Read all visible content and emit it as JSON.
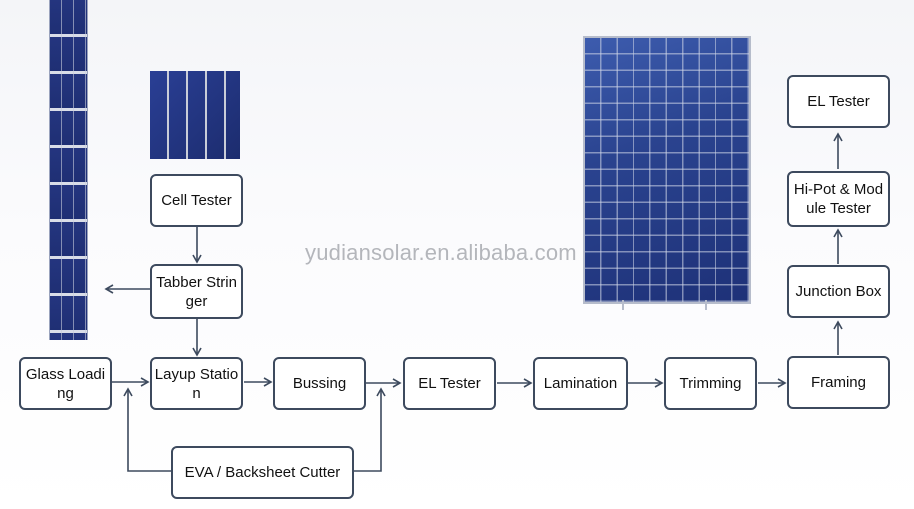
{
  "watermark": "yudiansolar.en.alibaba.com",
  "colors": {
    "box_border": "#3d4a5e",
    "arrow": "#3d4a5e",
    "cell_blue": "#24357f"
  },
  "images": {
    "cell_strip": "solar-cell-string-image",
    "single_cell": "solar-cell-image",
    "panel": "solar-panel-image"
  },
  "boxes": {
    "cell_tester": "Cell Tester",
    "tabber_stringer": "Tabber Stringer",
    "glass_loading": "Glass Loading",
    "layup_station": "Layup Station",
    "bussing": "Bussing",
    "el_tester_mid": "EL Tester",
    "lamination": "Lamination",
    "trimming": "Trimming",
    "framing": "Framing",
    "junction_box": "Junction Box",
    "hipot_tester": "Hi-Pot & Module Tester",
    "el_tester_top": "EL Tester",
    "eva_cutter": "EVA / Backsheet Cutter"
  }
}
